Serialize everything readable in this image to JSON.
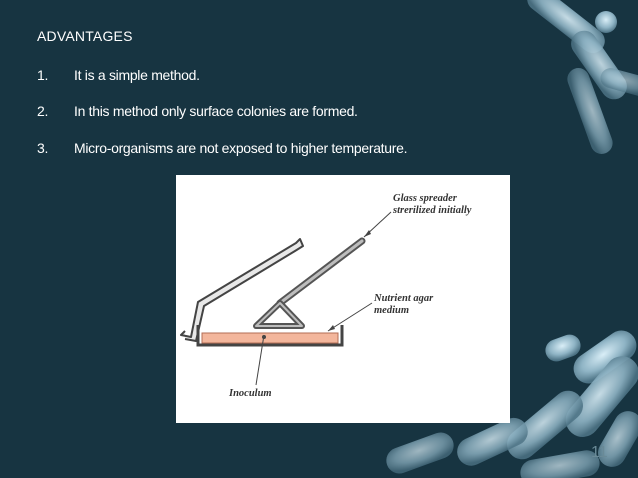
{
  "slide": {
    "heading": "ADVANTAGES",
    "points": [
      {
        "number": "1.",
        "text": "It is a simple method."
      },
      {
        "number": "2.",
        "text": "In this method only surface colonies are formed."
      },
      {
        "number": "3.",
        "text": "Micro-organisms are not exposed to higher temperature."
      }
    ],
    "figure": {
      "label_spreader_line1": "Glass spreader",
      "label_spreader_line2": "strerilized initially",
      "label_agar_line1": "Nutrient agar",
      "label_agar_line2": "medium",
      "label_inoculum": "Inoculum"
    },
    "page_number": "11"
  },
  "colors": {
    "background": "#173441",
    "bacteria": "#a9c9d8",
    "agar": "#f3b69c"
  }
}
